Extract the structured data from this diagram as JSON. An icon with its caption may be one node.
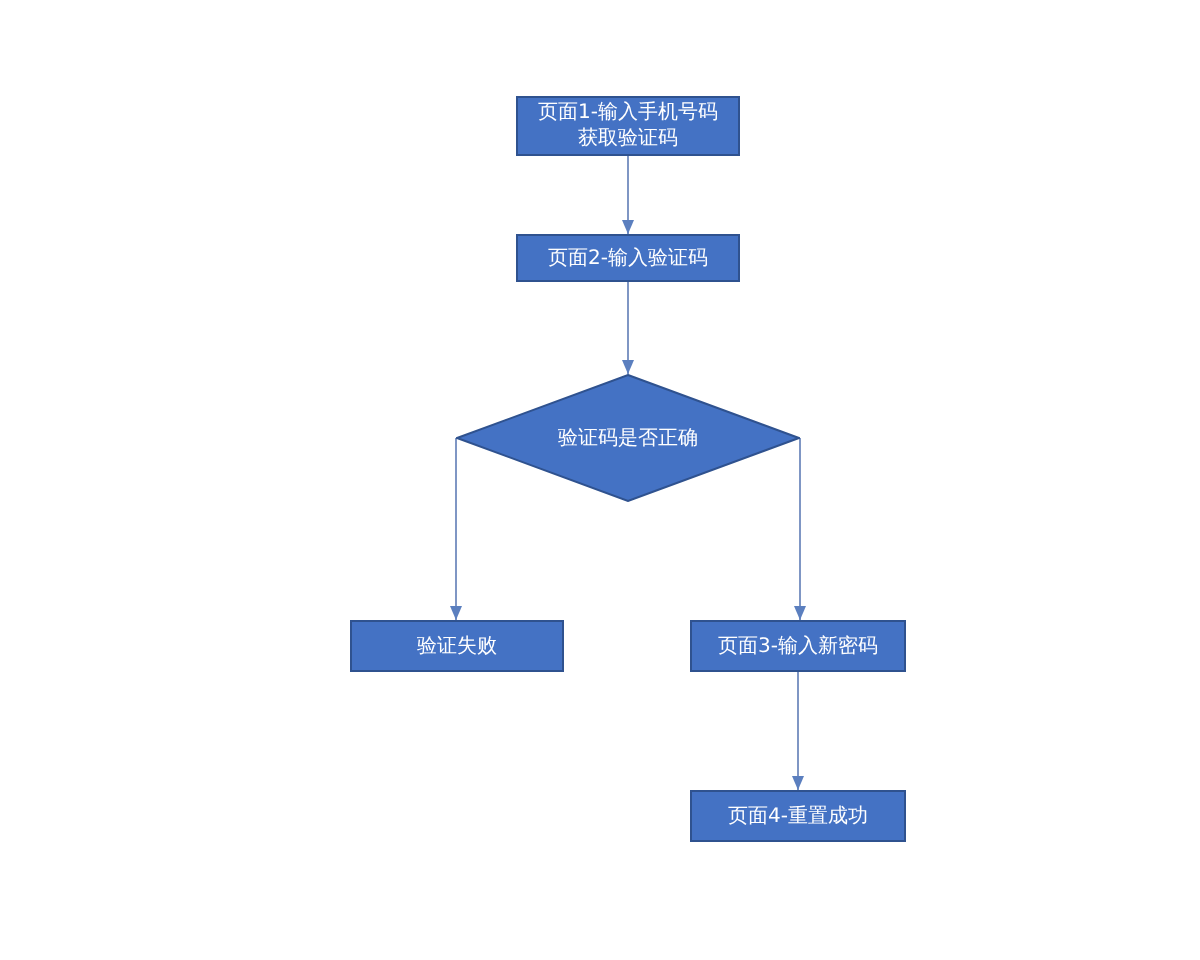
{
  "diagram": {
    "nodes": [
      {
        "text": [
          "页面1-输入手机号码获取验证码"
        ]
      },
      {
        "text": [
          "页面2-输入验证码"
        ]
      },
      {
        "text": [
          "验证码是否正确"
        ]
      },
      {
        "text": [
          "验证失败"
        ]
      },
      {
        "text": [
          "页面3-输入新密码"
        ]
      },
      {
        "text": [
          "页面4-重置成功"
        ]
      }
    ],
    "edges": [
      {
        "from": 0,
        "to": 1,
        "arrow": "to"
      },
      {
        "from": 1,
        "to": 2,
        "arrow": "to"
      },
      {
        "from": 2,
        "to": 3,
        "arrow": "to"
      },
      {
        "from": 2,
        "to": 4,
        "arrow": "to"
      },
      {
        "from": 4,
        "to": 5,
        "arrow": "to"
      }
    ]
  }
}
